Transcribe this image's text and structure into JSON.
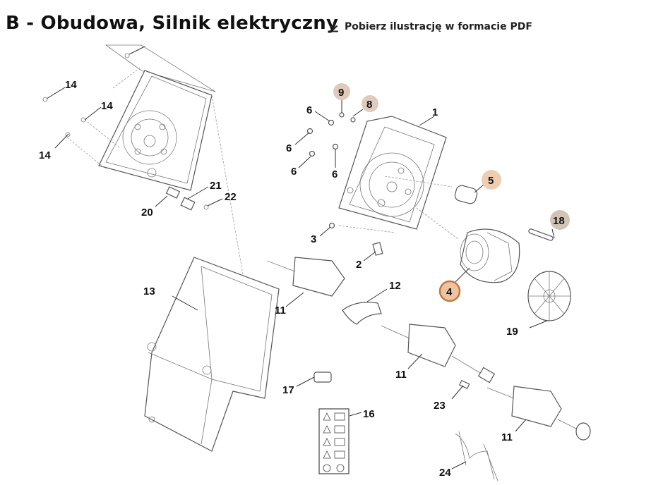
{
  "header": {
    "title": "B - Obudowa, Silnik elektryczny",
    "download_label": "Pobierz ilustrację w formacie PDF"
  },
  "icons": {
    "download": "download-icon"
  },
  "highlight_color": "#e8b48a",
  "highlight_ring_color": "#c8763a",
  "grey_bubble_color": "#c9b8a8",
  "callouts": {
    "c1": "1",
    "c2": "2",
    "c3": "3",
    "c4": "4",
    "c5": "5",
    "c6a": "6",
    "c6b": "6",
    "c6c": "6",
    "c6d": "6",
    "c8": "8",
    "c9": "9",
    "c11a": "11",
    "c11b": "11",
    "c11c": "11",
    "c12": "12",
    "c13": "13",
    "c14a": "14",
    "c14b": "14",
    "c14c": "14",
    "c16": "16",
    "c17": "17",
    "c18": "18",
    "c19": "19",
    "c20": "20",
    "c21": "21",
    "c22": "22",
    "c23": "23",
    "c24": "24"
  }
}
